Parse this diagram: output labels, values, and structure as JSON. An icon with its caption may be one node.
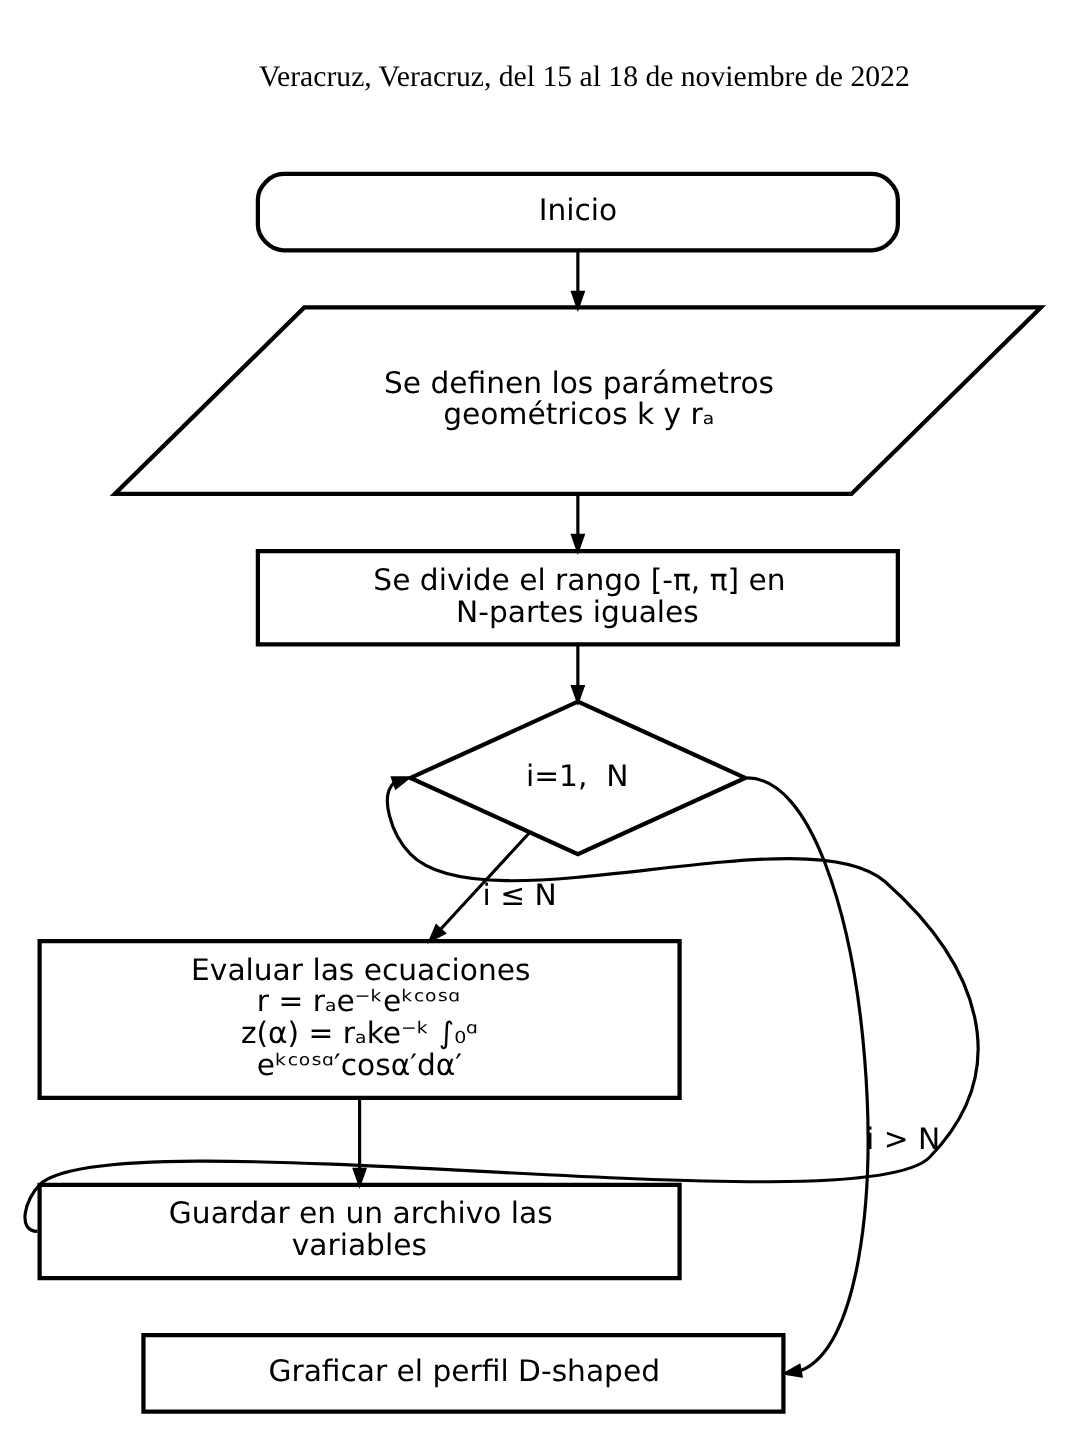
{
  "diagram": {
    "nodes": [
      {
        "text": [
          "Inicio"
        ]
      },
      {
        "text": [
          "Se definen los parámetros geométricos k y rₐ"
        ]
      },
      {
        "text": [
          "Se divide el rango [-π, π] en N-partes iguales"
        ]
      },
      {
        "text": [
          "i=1,  N"
        ]
      },
      {
        "text": [
          "Evaluar las ecuaciones",
          "r = rₐe⁻ᵏeᵏᶜᵒˢᵅ",
          "z(α) = rₐke⁻ᵏ ∫₀ᵅ eᵏᶜᵒˢᵅ′cosα′dα′"
        ]
      },
      {
        "text": [
          "Guardar en un archivo las variables"
        ]
      },
      {
        "text": [
          "Graficar el perfil D-shaped"
        ]
      }
    ],
    "edges": [
      {
        "from": 0,
        "to": 1,
        "arrow": "to"
      },
      {
        "from": 1,
        "to": 2,
        "arrow": "to"
      },
      {
        "from": 2,
        "to": 3,
        "arrow": "to"
      },
      {
        "from": 3,
        "to": 4,
        "arrow": "to",
        "label": "i ≤ N"
      },
      {
        "from": 4,
        "to": 5,
        "arrow": "to"
      },
      {
        "from": 5,
        "to": 3,
        "arrow": "to"
      },
      {
        "from": 3,
        "to": 6,
        "arrow": "to",
        "label": "i > N"
      }
    ],
    "labels": [
      "Veracruz, Veracruz, del 15 al 18 de noviembre de 2022"
    ]
  }
}
